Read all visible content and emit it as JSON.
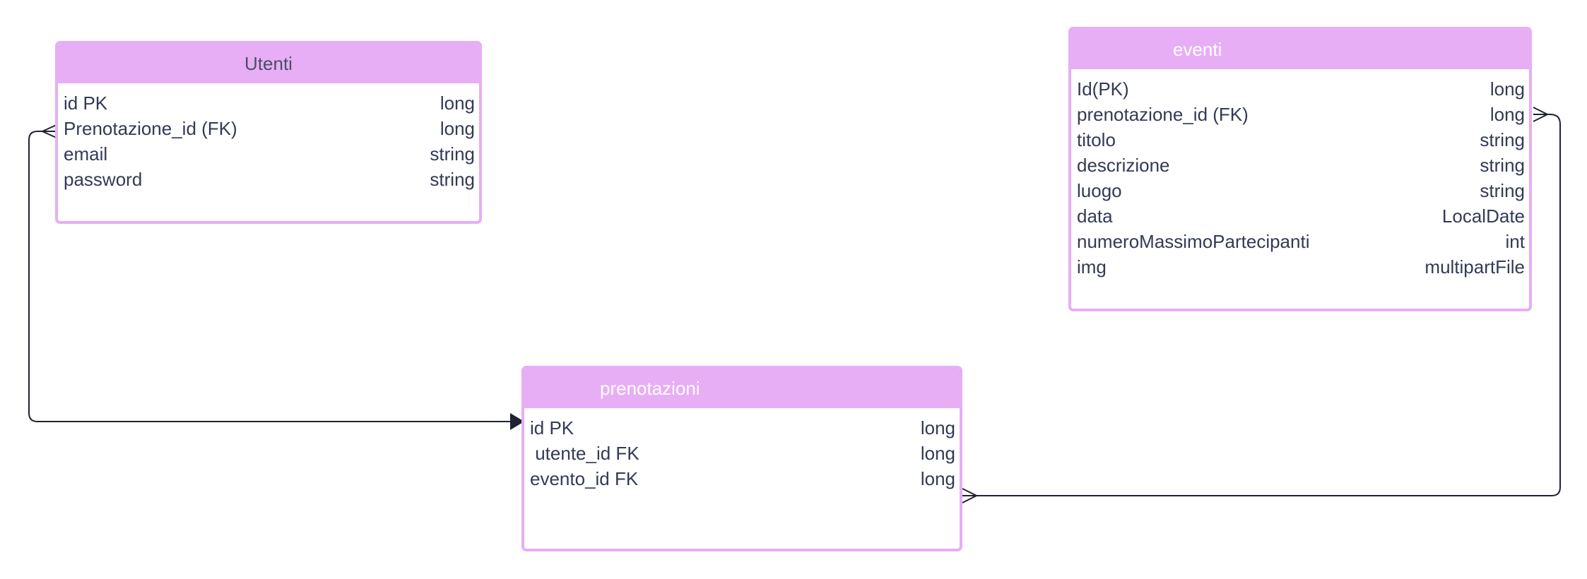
{
  "colors": {
    "header": "#e7aef5",
    "border": "#e7aef5",
    "text": "#333a55",
    "header_text_dark": "#4a4f66",
    "header_text_light": "#ffffff",
    "line": "#1f2233"
  },
  "entities": {
    "utenti": {
      "title": "Utenti",
      "fields": [
        {
          "name": "id PK",
          "type": "long"
        },
        {
          "name": "Prenotazione_id (FK)",
          "type": "long"
        },
        {
          "name": "email",
          "type": "string"
        },
        {
          "name": "password",
          "type": "string"
        }
      ]
    },
    "eventi": {
      "title": "eventi",
      "fields": [
        {
          "name": "Id(PK)",
          "type": "long"
        },
        {
          "name": "prenotazione_id (FK)",
          "type": "long"
        },
        {
          "name": "titolo",
          "type": "string"
        },
        {
          "name": "descrizione",
          "type": "string"
        },
        {
          "name": "luogo",
          "type": "string"
        },
        {
          "name": "data",
          "type": "LocalDate"
        },
        {
          "name": "numeroMassimoPartecipanti",
          "type": "int"
        },
        {
          "name": "img",
          "type": "multipartFile"
        }
      ]
    },
    "prenotazioni": {
      "title": "prenotazioni",
      "fields": [
        {
          "name": "id PK",
          "type": "long"
        },
        {
          "name": " utente_id FK",
          "type": "long"
        },
        {
          "name": "evento_id FK",
          "type": "long"
        }
      ]
    }
  }
}
